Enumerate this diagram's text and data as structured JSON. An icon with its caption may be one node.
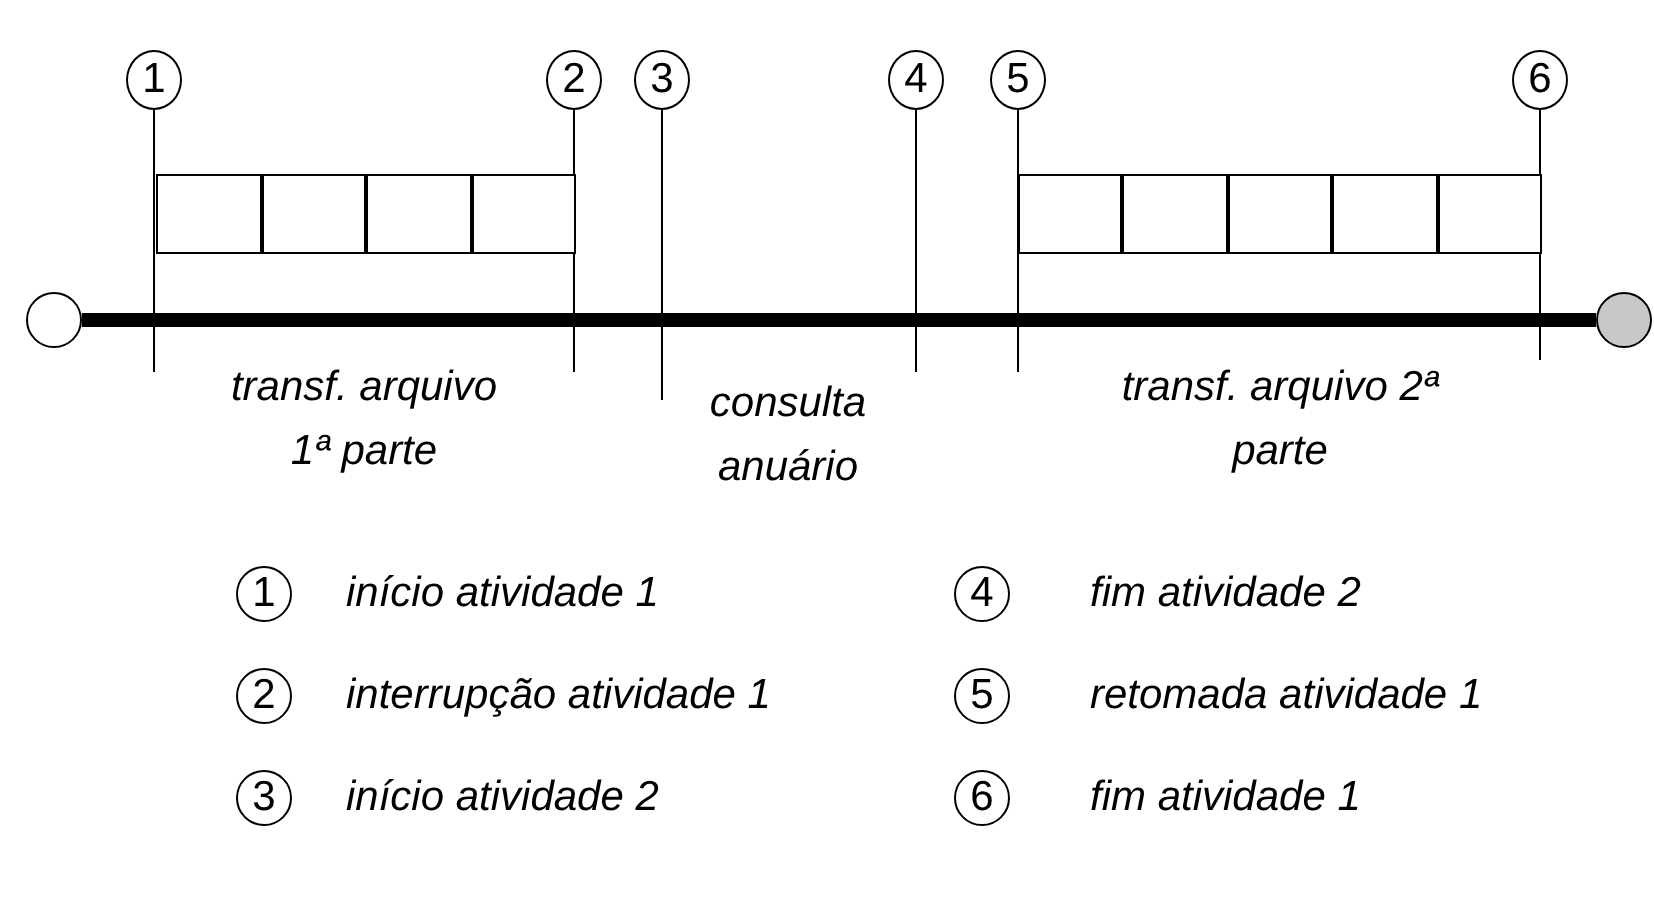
{
  "diagram": {
    "nodes": [
      {
        "text": [],
        "shape": "circle"
      },
      {
        "text": [
          "1"
        ]
      },
      {
        "text": [],
        "shape": "box"
      },
      {
        "text": [],
        "shape": "box"
      },
      {
        "text": [],
        "shape": "box"
      },
      {
        "text": [],
        "shape": "box"
      },
      {
        "text": [
          "2"
        ]
      },
      {
        "text": [
          "3"
        ]
      },
      {
        "text": [
          "4"
        ]
      },
      {
        "text": [
          "5"
        ]
      },
      {
        "text": [],
        "shape": "box"
      },
      {
        "text": [],
        "shape": "box"
      },
      {
        "text": [],
        "shape": "box"
      },
      {
        "text": [],
        "shape": "box"
      },
      {
        "text": [],
        "shape": "box"
      },
      {
        "text": [
          "6"
        ]
      },
      {
        "text": [],
        "shape": "circle"
      },
      {
        "text": [
          "1"
        ],
        "beside": [
          "início atividade 1"
        ]
      },
      {
        "text": [
          "4"
        ],
        "beside": [
          "fim atividade 2"
        ]
      },
      {
        "text": [
          "2"
        ],
        "beside": [
          "interrupção atividade 1"
        ]
      },
      {
        "text": [
          "5"
        ],
        "beside": [
          "retomada atividade 1"
        ]
      },
      {
        "text": [
          "3"
        ],
        "beside": [
          "início atividade 2"
        ]
      },
      {
        "text": [
          "6"
        ],
        "beside": [
          "fim atividade 1"
        ]
      }
    ],
    "edges": [
      {
        "from": 0,
        "to": 16,
        "arrow": "none",
        "style": "thick"
      },
      {
        "from": 1,
        "to": null,
        "arrow": "none"
      },
      {
        "from": 6,
        "to": null,
        "arrow": "none"
      },
      {
        "from": 7,
        "to": null,
        "arrow": "none"
      },
      {
        "from": 8,
        "to": null,
        "arrow": "none"
      },
      {
        "from": 9,
        "to": null,
        "arrow": "none"
      },
      {
        "from": 15,
        "to": null,
        "arrow": "none"
      }
    ],
    "labels": [
      "transf. arquivo 1ª parte",
      "consulta anuário",
      "transf. arquivo 2ª parte"
    ]
  }
}
